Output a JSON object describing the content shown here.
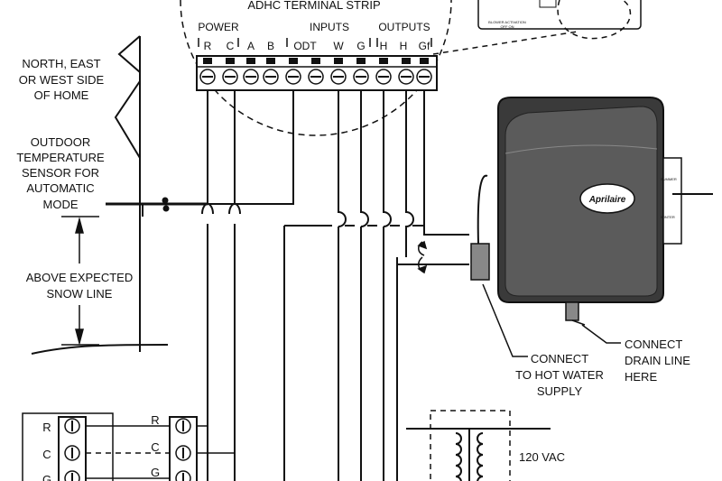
{
  "strip": {
    "title": "ADHC TERMINAL STRIP",
    "groups": {
      "power": "POWER",
      "inputs": "INPUTS",
      "outputs": "OUTPUTS"
    },
    "terminals": [
      "R",
      "C",
      "A",
      "B",
      "ODT",
      "W",
      "G",
      "H",
      "H",
      "Gf"
    ]
  },
  "labels": {
    "side_of_home": [
      "NORTH, EAST",
      "OR WEST SIDE",
      "OF HOME"
    ],
    "sensor": [
      "OUTDOOR",
      "TEMPERATURE",
      "SENSOR FOR",
      "AUTOMATIC",
      "MODE"
    ],
    "snow": [
      "ABOVE EXPECTED",
      "SNOW LINE"
    ],
    "hot_water": [
      "CONNECT",
      "TO HOT WATER",
      "SUPPLY"
    ],
    "drain": [
      "CONNECT",
      "DRAIN LINE",
      "HERE"
    ],
    "vac": "120 VAC"
  },
  "humidifier": {
    "logo": "Aprilaire",
    "switch_labels": [
      "SUMMER",
      "WINTER"
    ],
    "panel_labels": [
      "BLOWER ACTIVATION",
      "OFF   ON"
    ]
  },
  "thermostat": {
    "terminals": [
      "R",
      "C",
      "G"
    ]
  },
  "furnace": {
    "terminals": [
      "R",
      "C",
      "G"
    ]
  }
}
